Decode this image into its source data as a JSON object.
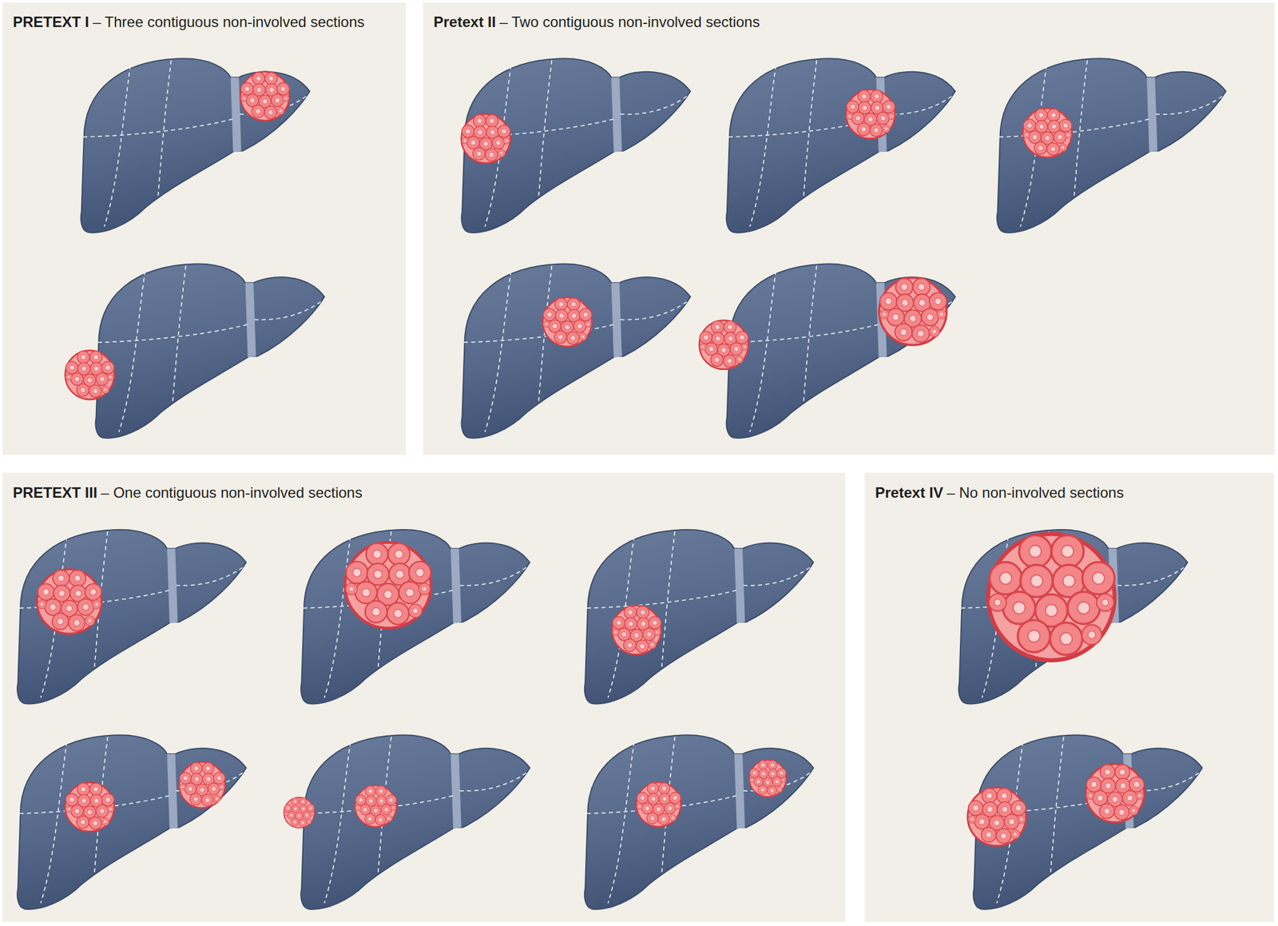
{
  "diagram": {
    "nodes": [
      {
        "text": [
          "PRETEXT I",
          "– Three contiguous non-involved sections"
        ]
      },
      {
        "text": [
          "Pretext II",
          "– Two contiguous non-involved sections"
        ]
      },
      {
        "text": [
          "PRETEXT III",
          "– One contiguous non-involved sections"
        ]
      },
      {
        "text": [
          "Pretext IV",
          "– No non-involved sections"
        ]
      }
    ]
  }
}
